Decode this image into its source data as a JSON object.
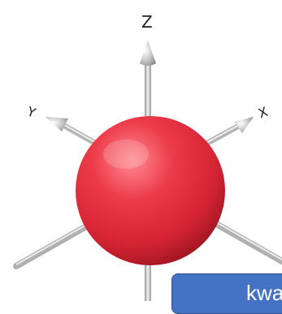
{
  "axes": {
    "z_label": "Z",
    "y_label": "Y",
    "x_label": "X"
  },
  "callout": {
    "text": "kwa"
  },
  "colors": {
    "sphere": "#e43444",
    "sphere_highlight": "#ff8a92",
    "sphere_shadow": "#9e1520",
    "callout_fill": "#4472c4",
    "axis_rod": "#b8b8b8"
  },
  "icons": {
    "sphere": "red-sphere-icon",
    "axis": "silver-arrow-axis-icon"
  }
}
